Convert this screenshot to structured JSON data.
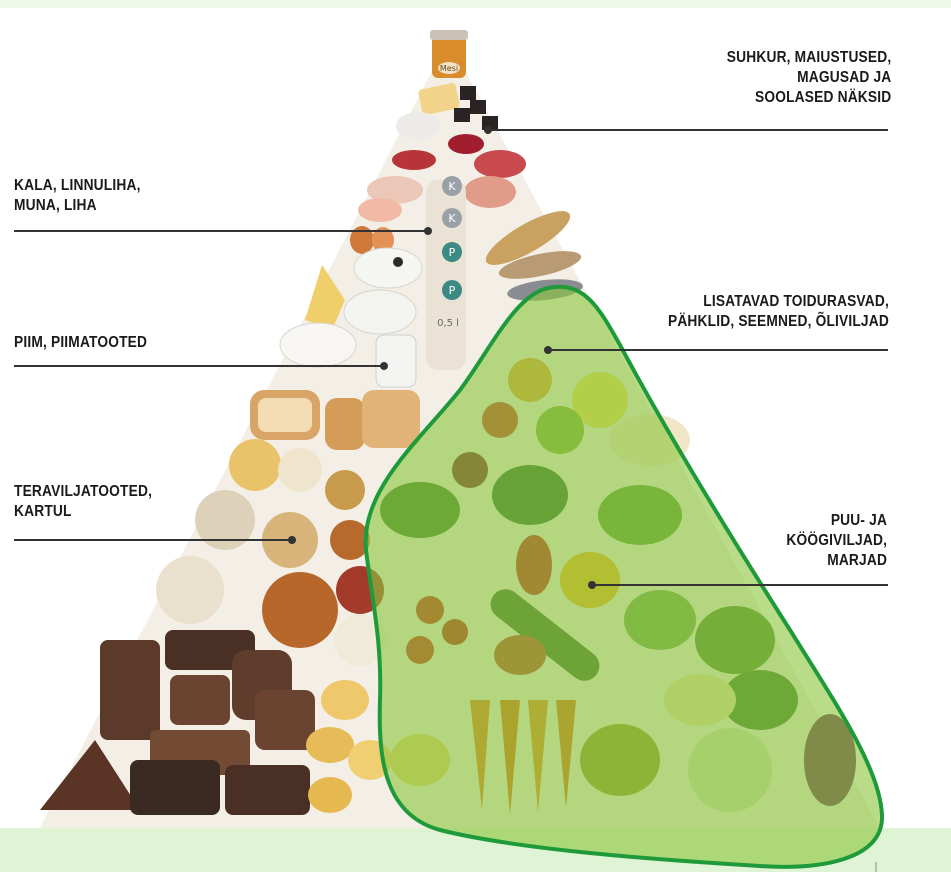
{
  "colors": {
    "background": "#ffffff",
    "top_strip": "#eef7e8",
    "bottom_band": "#dff3d5",
    "highlight_fill": "#8cc63f",
    "highlight_stroke": "#1f9a3a",
    "leader_line": "#333333"
  },
  "labels": {
    "sweets": "SUHKUR, MAIUSTUSED,\nMAGUSAD JA\nSOOLASED NÄKSID",
    "protein": "KALA, LINNULIHA,\nMUNA, LIHA",
    "fats": "LISATAVAD TOIDURASVAD,\nPÄHKLID, SEEMNED, ÕLIVILJAD",
    "dairy": "PIIM, PIIMATOOTED",
    "grains": "TERAVILJATOOTED,\nKARTUL",
    "produce": "PUU- JA\nKÖÖGIVILJAD,\nMARJAD"
  },
  "honey_jar_label": "Mesi",
  "bottle_caps": [
    "K",
    "K",
    "P",
    "P"
  ],
  "bottle_size_text": "0,5 l",
  "icons": [
    "honey-jar-icon",
    "milk-bottle-icon",
    "bread-icon",
    "potato-icon",
    "fish-icon",
    "pepper-icon",
    "cucumber-icon",
    "carrot-icon",
    "cabbage-icon"
  ]
}
